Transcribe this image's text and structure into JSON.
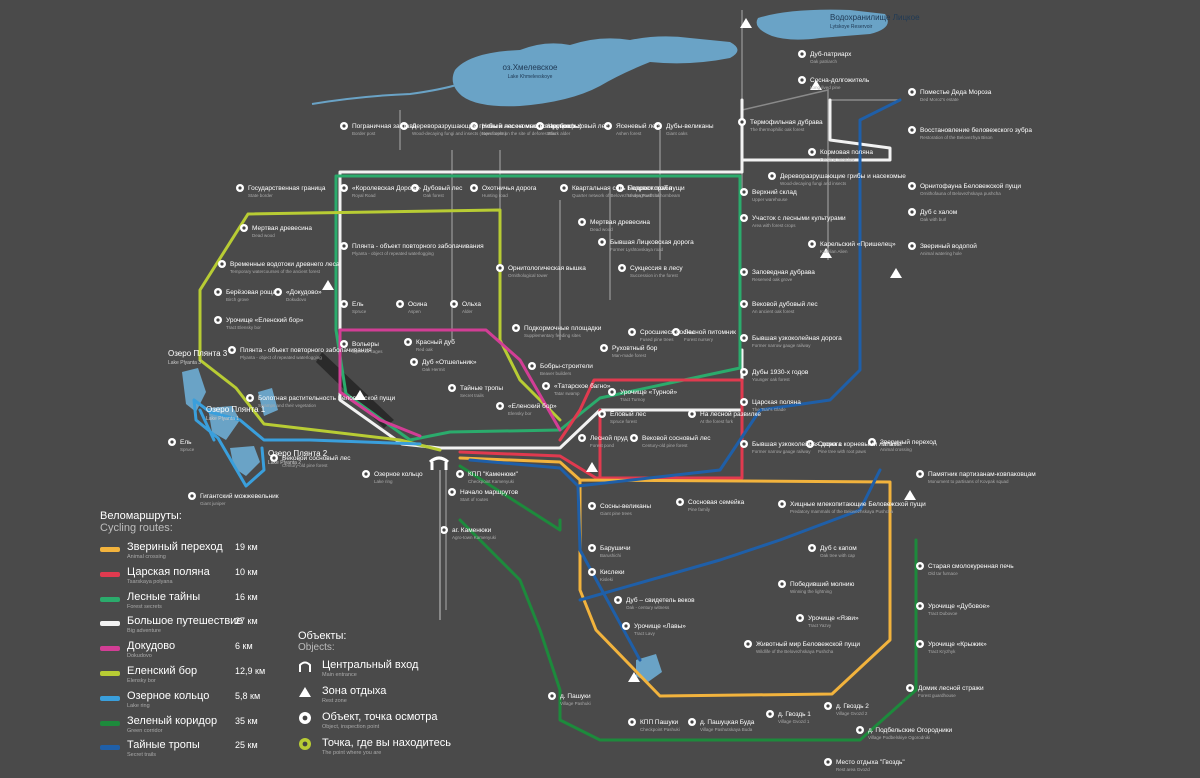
{
  "colors": {
    "background": "#4a4a4a",
    "water": "#6aa3c6",
    "yellow": "#f2b33d",
    "red": "#e03a4f",
    "green": "#2bab6c",
    "white": "#f2f2f2",
    "pink": "#d23e95",
    "lime": "#b8cc34",
    "blue": "#3a9fdc",
    "darkgreen": "#1d8a3c",
    "navy": "#1f5fa8"
  },
  "lakes": [
    {
      "ru": "Водохранилище Лицкое",
      "en": "Lytskoye Reservoir"
    },
    {
      "ru": "оз.Хмелевское",
      "en": "Lake Khmelevskoye"
    },
    {
      "ru": "Озеро Плянта 3",
      "en": "Lake Plyanta 3"
    },
    {
      "ru": "Озеро Плянта 1",
      "en": "Lake Plyanta 1"
    },
    {
      "ru": "Озеро Плянта 2",
      "en": "Lake Plyanta 2"
    }
  ],
  "poi": [
    {
      "ru": "Пограничная застава",
      "en": "Border post"
    },
    {
      "ru": "Дереворазрушающие грибы и насекомые (сапротрофы)",
      "en": "Wood-decaying fungi and insects (saprotrophs)"
    },
    {
      "ru": "Новый лес на месте вырубок",
      "en": "New forest on the site of deforestation"
    },
    {
      "ru": "Черноольховый лес",
      "en": "Black alder"
    },
    {
      "ru": "Ясеневый лес",
      "en": "Ashen forest"
    },
    {
      "ru": "Дубы-великаны",
      "en": "Giant oaks"
    },
    {
      "ru": "Термофильная дубрава",
      "en": "The thermophilic oak forest"
    },
    {
      "ru": "Дуб-патриарх",
      "en": "Oak patriarch"
    },
    {
      "ru": "Сосна-долгожитель",
      "en": "Long-lived pine"
    },
    {
      "ru": "Поместье Деда Мороза",
      "en": "Ded Moroz's estate"
    },
    {
      "ru": "Восстановление беловежского зубра",
      "en": "Restoration of the Belovezhya Bison"
    },
    {
      "ru": "Кормовая поляна",
      "en": "Feeding meadow"
    },
    {
      "ru": "Государственная граница",
      "en": "State border"
    },
    {
      "ru": "«Королевская Дорога»",
      "en": "Royal Road"
    },
    {
      "ru": "Дубовый лес",
      "en": "Oak forest"
    },
    {
      "ru": "Охотничья дорога",
      "en": "Hunting road"
    },
    {
      "ru": "Квартальная сеть Беловежской пущи",
      "en": "Quarter network of Belovezhskaya Pushcha"
    },
    {
      "ru": "Подрост граба",
      "en": "Undergrowth of hornbeam"
    },
    {
      "ru": "Верхний склад",
      "en": "Upper warehouse"
    },
    {
      "ru": "Дереворазрушающие грибы и насекомые",
      "en": "Wood-decaying fungi and insects"
    },
    {
      "ru": "Орнитофауна Беловежской пущи",
      "en": "Ornithofauna of Belovezhskaya pushcha"
    },
    {
      "ru": "Мертвая древесина",
      "en": "Dead wood"
    },
    {
      "ru": "Мертвая древесина",
      "en": "Dead wood"
    },
    {
      "ru": "Плянта - объект повторного заболачивания",
      "en": "Plyanta - object of repeated waterlogging"
    },
    {
      "ru": "Бывшая Лицковская дорога",
      "en": "Former Lyshtovskaya road"
    },
    {
      "ru": "Участок с лесными культурами",
      "en": "Area with forest crops"
    },
    {
      "ru": "Дуб с халом",
      "en": "Oak with burl"
    },
    {
      "ru": "Временные водотоки древнего леса",
      "en": "Temporary watercourses of the ancient forest"
    },
    {
      "ru": "Карельский «Пришелец»",
      "en": "Karelian Alien"
    },
    {
      "ru": "Звериный водопой",
      "en": "Animal watering hole"
    },
    {
      "ru": "Сукцессия в лесу",
      "en": "Succession in the forest"
    },
    {
      "ru": "Орнитологическая вышка",
      "en": "Ornithological tower"
    },
    {
      "ru": "Заповедная дубрава",
      "en": "Reserved oak grove"
    },
    {
      "ru": "Берёзовая роща",
      "en": "Birch grove"
    },
    {
      "ru": "«Докудово»",
      "en": "Dokudovo"
    },
    {
      "ru": "Ель",
      "en": "Spruce"
    },
    {
      "ru": "Осина",
      "en": "Aspen"
    },
    {
      "ru": "Ольха",
      "en": "Alder"
    },
    {
      "ru": "Вековой дубовый лес",
      "en": "An ancient oak forest"
    },
    {
      "ru": "Урочище «Еленский бор»",
      "en": "Tract Elensky bor"
    },
    {
      "ru": "Подкормочные площадки",
      "en": "Supplementary feeding sites"
    },
    {
      "ru": "Сросшиеся сосны",
      "en": "Fused pine trees"
    },
    {
      "ru": "Лесной питомник",
      "en": "Forest nursery"
    },
    {
      "ru": "Бывшая узкоколейная дорога",
      "en": "Former narrow gauge railway"
    },
    {
      "ru": "Плянта - объект повторного заболачивания",
      "en": "Plyanta - object of repeated waterlogging"
    },
    {
      "ru": "Вольеры",
      "en": "Open air cages"
    },
    {
      "ru": "Красный дуб",
      "en": "Red oak"
    },
    {
      "ru": "Руховтный бор",
      "en": "Man-made forest"
    },
    {
      "ru": "Дубы 1930-х годов",
      "en": "Younger oak forest"
    },
    {
      "ru": "Дуб «Отшельник»",
      "en": "Oak Hermit"
    },
    {
      "ru": "Бобры-строители",
      "en": "Beaver builders"
    },
    {
      "ru": "Болотная растительность Беловежской пущи",
      "en": "Swamps and their vegetation"
    },
    {
      "ru": "Тайные тропы",
      "en": "Secret trails"
    },
    {
      "ru": "«Татарское багно»",
      "en": "Tatar swamp"
    },
    {
      "ru": "Урочище «Турной»",
      "en": "Tract Turnoy"
    },
    {
      "ru": "Царская поляна",
      "en": "The Tsar's Glade"
    },
    {
      "ru": "«Еленский бор»",
      "en": "Elensky bor"
    },
    {
      "ru": "Еловый лес",
      "en": "Spruce forest"
    },
    {
      "ru": "На лесной развилке",
      "en": "At the forest fork"
    },
    {
      "ru": "Лесной пруд",
      "en": "Forest pond"
    },
    {
      "ru": "Вековой сосновый лес",
      "en": "Century-old pine forest"
    },
    {
      "ru": "Ель",
      "en": "Spruce"
    },
    {
      "ru": "Вековой сосновый лес",
      "en": "Century-old pine forest"
    },
    {
      "ru": "Озерное кольцо",
      "en": "Lake ring"
    },
    {
      "ru": "Бывшая узкоколейная дорога",
      "en": "Former narrow gauge railway"
    },
    {
      "ru": "Сосна с корневыми лапами",
      "en": "Pine tree with root paws"
    },
    {
      "ru": "Звериный переход",
      "en": "Animal crossing"
    },
    {
      "ru": "Гигантский можжевельник",
      "en": "Giant juniper"
    },
    {
      "ru": "КПП \"Каменюки\"",
      "en": "Checkpoint Kamenyuki"
    },
    {
      "ru": "Начало маршрутов",
      "en": "Start of routes"
    },
    {
      "ru": "Памятник партизанам-ковпаковцам",
      "en": "Monument to partisans of Kovpak squad"
    },
    {
      "ru": "Сосны-великаны",
      "en": "Giant pine trees"
    },
    {
      "ru": "Сосновая семейка",
      "en": "Pine family"
    },
    {
      "ru": "Хищные млекопитающие Беловежской пущи",
      "en": "Predatory mammals of the Belovezhskaya Pushcha"
    },
    {
      "ru": "аг. Каменюки",
      "en": "Agro-town Kamenyuki"
    },
    {
      "ru": "Барушичи",
      "en": "Barushichi"
    },
    {
      "ru": "Дуб с капом",
      "en": "Oak tree with cap"
    },
    {
      "ru": "Старая смолокуренная печь",
      "en": "Old tar furnace"
    },
    {
      "ru": "Кислеки",
      "en": "Kisleki"
    },
    {
      "ru": "Победивший молнию",
      "en": "Winning the lightning"
    },
    {
      "ru": "Дуб – свидетель веков",
      "en": "Oak - century witness"
    },
    {
      "ru": "Урочище «Дубовое»",
      "en": "Tract Dubovoe"
    },
    {
      "ru": "Урочище «Язви»",
      "en": "Tract Yazvy"
    },
    {
      "ru": "Урочище «Лавы»",
      "en": "Tract Lavy"
    },
    {
      "ru": "Урочище «Крыжик»",
      "en": "Tract Kryzhyk"
    },
    {
      "ru": "Животный мир Беловежской пущи",
      "en": "Wildlife of the Belovezhskaya Pushcha"
    },
    {
      "ru": "Домик лесной стражи",
      "en": "Forest guardhouse"
    },
    {
      "ru": "д. Пашуки",
      "en": "Village Pashuki"
    },
    {
      "ru": "КПП Пашуки",
      "en": "Checkpoint Pashuki"
    },
    {
      "ru": "д. Пашуцкая Буда",
      "en": "Village Pashutskaya Buda"
    },
    {
      "ru": "д. Гвоздь 1",
      "en": "Village Gvozd 1"
    },
    {
      "ru": "д. Гвоздь 2",
      "en": "Village Gvozd 2"
    },
    {
      "ru": "д. Подбельские Огородники",
      "en": "Village Podbelskiye Ogorodniki"
    },
    {
      "ru": "Место отдыха \"Гвоздь\"",
      "en": "Rest area Gvozd"
    }
  ],
  "legend": {
    "title": "Веломаршруты:",
    "subtitle": "Cycling routes:",
    "routes": [
      {
        "name": "Звериный переход",
        "en": "Animal crossing",
        "km": "19 км",
        "color": "#f2b33d"
      },
      {
        "name": "Царская поляна",
        "en": "Tsarskaya polyana",
        "km": "10 км",
        "color": "#e03a4f"
      },
      {
        "name": "Лесные тайны",
        "en": "Forest secrets",
        "km": "16 км",
        "color": "#2bab6c"
      },
      {
        "name": "Большое путешествие",
        "en": "Big adventure",
        "km": "27 км",
        "color": "#f2f2f2"
      },
      {
        "name": "Докудово",
        "en": "Dokudovo",
        "km": "6 км",
        "color": "#d23e95"
      },
      {
        "name": "Еленский бор",
        "en": "Elensky bor",
        "km": "12,9 км",
        "color": "#b8cc34"
      },
      {
        "name": "Озерное кольцо",
        "en": "Lake ring",
        "km": "5,8 км",
        "color": "#3a9fdc"
      },
      {
        "name": "Зеленый коридор",
        "en": "Green corridor",
        "km": "35 км",
        "color": "#1d8a3c"
      },
      {
        "name": "Тайные тропы",
        "en": "Secret trails",
        "km": "25 км",
        "color": "#1f5fa8"
      }
    ]
  },
  "objects": {
    "title": "Объекты:",
    "subtitle": "Objects:",
    "items": [
      {
        "name": "Центральный вход",
        "en": "Main entrance",
        "icon": "gate-icon"
      },
      {
        "name": "Зона отдыха",
        "en": "Rest zone",
        "icon": "shelter-icon"
      },
      {
        "name": "Объект, точка осмотра",
        "en": "Object, inspection point",
        "icon": "eye-icon"
      },
      {
        "name": "Точка, где вы находитесь",
        "en": "The point where you are",
        "icon": "you-are-here-icon"
      }
    ]
  }
}
